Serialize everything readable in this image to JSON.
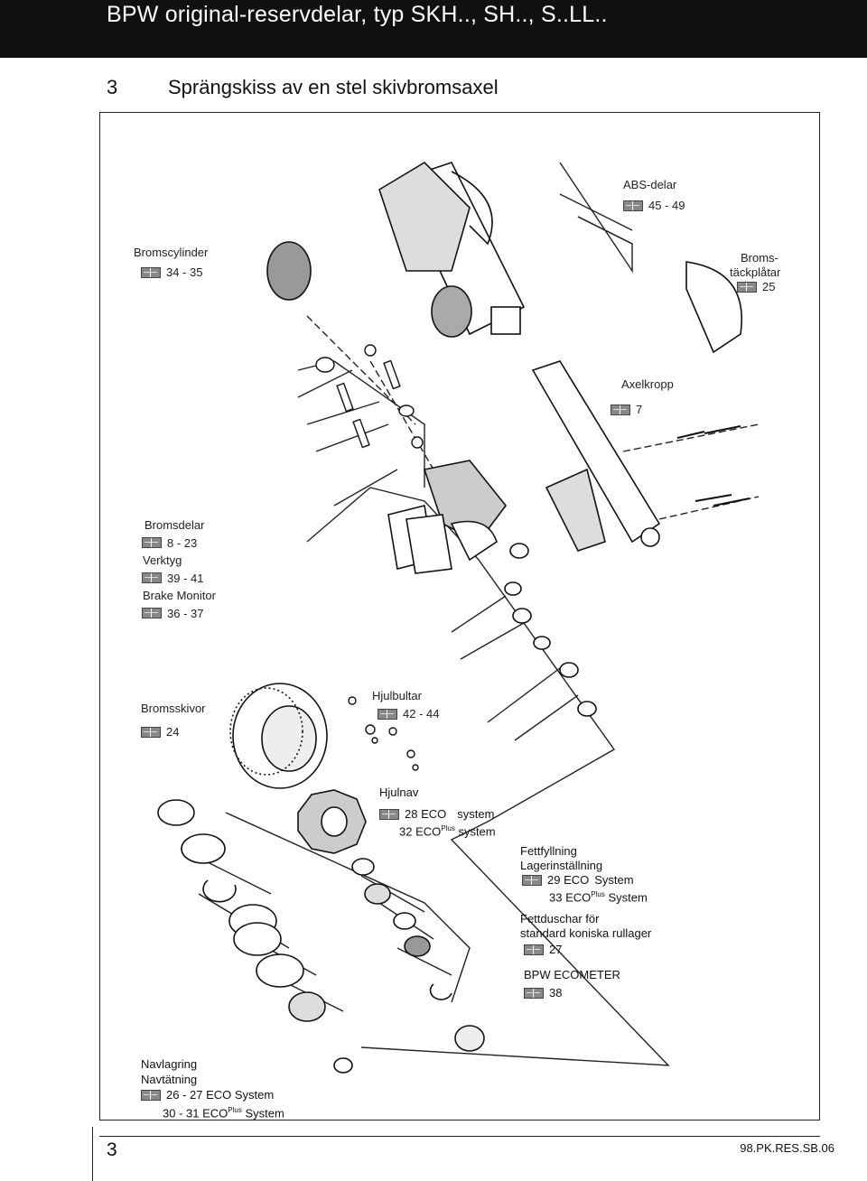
{
  "header": {
    "title": "BPW original-reservdelar, typ SKH.., SH.., S..LL.."
  },
  "section": {
    "number": "3",
    "title": "Sprängskiss av en stel skivbromsaxel"
  },
  "labels": {
    "abs": {
      "title": "ABS-delar",
      "ref": "45 - 49"
    },
    "bromscylinder": {
      "title": "Bromscylinder",
      "ref": "34 - 35"
    },
    "bromstackplat": {
      "title1": "Broms-",
      "title2": "täckplåtar",
      "ref": "25"
    },
    "axelkropp": {
      "title": "Axelkropp",
      "ref": "7"
    },
    "bromsdelar": {
      "title": "Bromsdelar",
      "ref": "8 - 23",
      "verktyg": "Verktyg",
      "verktyg_ref": "39 - 41",
      "monitor": "Brake Monitor",
      "monitor_ref": "36 - 37"
    },
    "bromsskivor": {
      "title": "Bromsskivor",
      "ref": "24"
    },
    "hjulbultar": {
      "title": "Hjulbultar",
      "ref": "42 - 44"
    },
    "hjulnav": {
      "title": "Hjulnav",
      "ref1": "28 ECO",
      "ref1b": "system",
      "ref2": "32 ECO",
      "ref2_sup": "Plus",
      "ref2b": "system"
    },
    "fett": {
      "title1": "Fettfyllning",
      "title2": "Lagerinställning",
      "ref1": "29 ECO",
      "ref1b": "System",
      "ref2": "33 ECO",
      "ref2_sup": "Plus",
      "ref2b": "System"
    },
    "fettduschar": {
      "title1": "Fettduschar för",
      "title2": "standard koniska rullager",
      "ref": "27"
    },
    "ecometer": {
      "title": "BPW ECOMETER",
      "ref": "38"
    },
    "navlagring": {
      "title1": "Navlagring",
      "title2": "Navtätning",
      "ref1": "26 - 27 ECO System",
      "ref2": "30 - 31 ECO",
      "ref2_sup": "Plus",
      "ref2b": "System"
    }
  },
  "footer": {
    "page": "3",
    "code": "98.PK.RES.SB.06"
  }
}
